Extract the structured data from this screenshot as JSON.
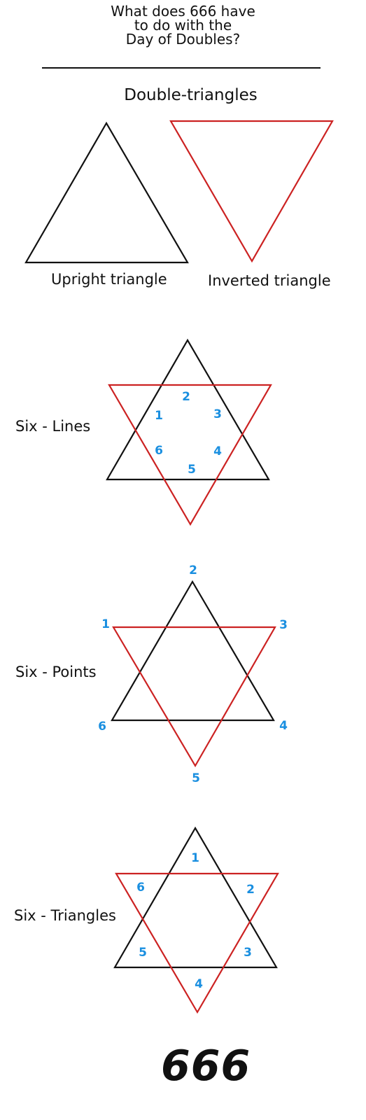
{
  "header": {
    "title_lines": [
      "What does 666 have",
      "to do with the",
      "Day of Doubles?"
    ]
  },
  "section_title": "Double-triangles",
  "triangles": {
    "upright_label": "Upright triangle",
    "inverted_label": "Inverted triangle"
  },
  "six_lines": {
    "label": "Six - Lines",
    "numbers": [
      "1",
      "2",
      "3",
      "4",
      "5",
      "6"
    ]
  },
  "six_points": {
    "label": "Six - Points",
    "numbers": [
      "1",
      "2",
      "3",
      "4",
      "5",
      "6"
    ]
  },
  "six_triangles": {
    "label": "Six - Triangles",
    "numbers": [
      "1",
      "2",
      "3",
      "4",
      "5",
      "6"
    ]
  },
  "footer": {
    "big_number": "666"
  },
  "colors": {
    "upright": "#111111",
    "inverted": "#cc2222",
    "numbers": "#1a8fe0"
  }
}
